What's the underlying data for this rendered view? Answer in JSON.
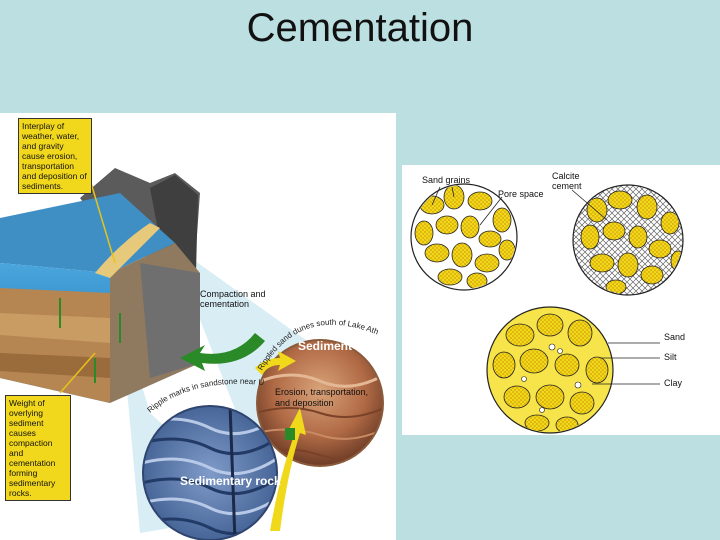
{
  "title": "Cementation",
  "left_diagram": {
    "box_top": "Interplay of weather, water, and gravity cause erosion, transportation and deposition of sediments.",
    "box_bottom": "Weight of overlying sediment causes compaction and cementation forming sedimentary rocks.",
    "compaction_label": "Compaction and cementation",
    "erosion_label": "Erosion, transportation, and deposition",
    "sediment_caption": "Sediment",
    "sedimentary_rock_caption": "Sedimentary rock",
    "dunes_arc_text": "Rippled sand dunes south of Lake Athabasca",
    "ripple_arc_text": "Ripple marks in sandstone near Uranium City"
  },
  "right_diagram": {
    "sand_grains": "Sand grains",
    "pore_space": "Pore space",
    "calcite_cement": "Calcite cement",
    "legend_sand": "Sand",
    "legend_silt": "Silt",
    "legend_clay": "Clay"
  },
  "colors": {
    "background": "#bcdfe1",
    "grain_yellow": "#f2d81c",
    "water_blue": "#1f86c8",
    "arrow_green": "#2a8a28"
  }
}
